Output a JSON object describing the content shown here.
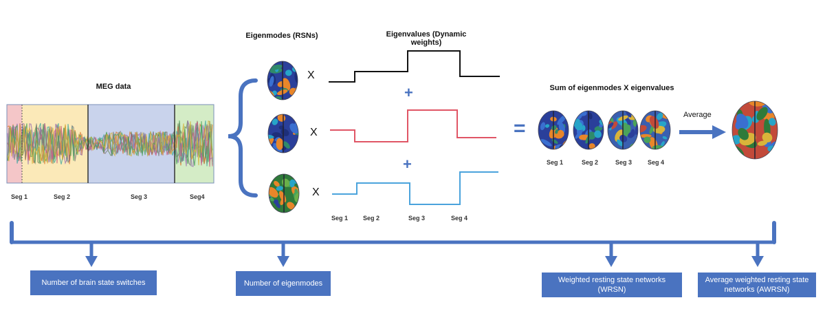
{
  "meg": {
    "title": "MEG data",
    "segments": [
      "Seg 1",
      "Seg 2",
      "Seg 3",
      "Seg4"
    ]
  },
  "eigenmodes": {
    "title": "Eigenmodes (RSNs)",
    "multiply": [
      "X",
      "X",
      "X"
    ]
  },
  "eigenvalues": {
    "title": "Eigenvalues (Dynamic weights)",
    "plus": [
      "+",
      "+"
    ],
    "segments": [
      "Seg 1",
      "Seg 2",
      "Seg 3",
      "Seg 4"
    ]
  },
  "equals": "=",
  "sum": {
    "title": "Sum of eigenmodes X eigenvalues",
    "segments": [
      "Seg 1",
      "Seg 2",
      "Seg 3",
      "Seg 4"
    ]
  },
  "average_label": "Average",
  "outputs": [
    "Number of brain state switches",
    "Number of eigenmodes",
    "Weighted resting state networks (WRSN)",
    "Average weighted resting state networks (AWRSN)"
  ],
  "colors": {
    "accent": "#4a73c0",
    "trace_black": "#111111",
    "trace_red": "#e05565",
    "trace_blue": "#4aa3dc",
    "seg1_bg": "#f4c6c8",
    "seg2_bg": "#fbe9b8",
    "seg3_bg": "#c9d3ec",
    "seg4_bg": "#d4ecc6"
  }
}
